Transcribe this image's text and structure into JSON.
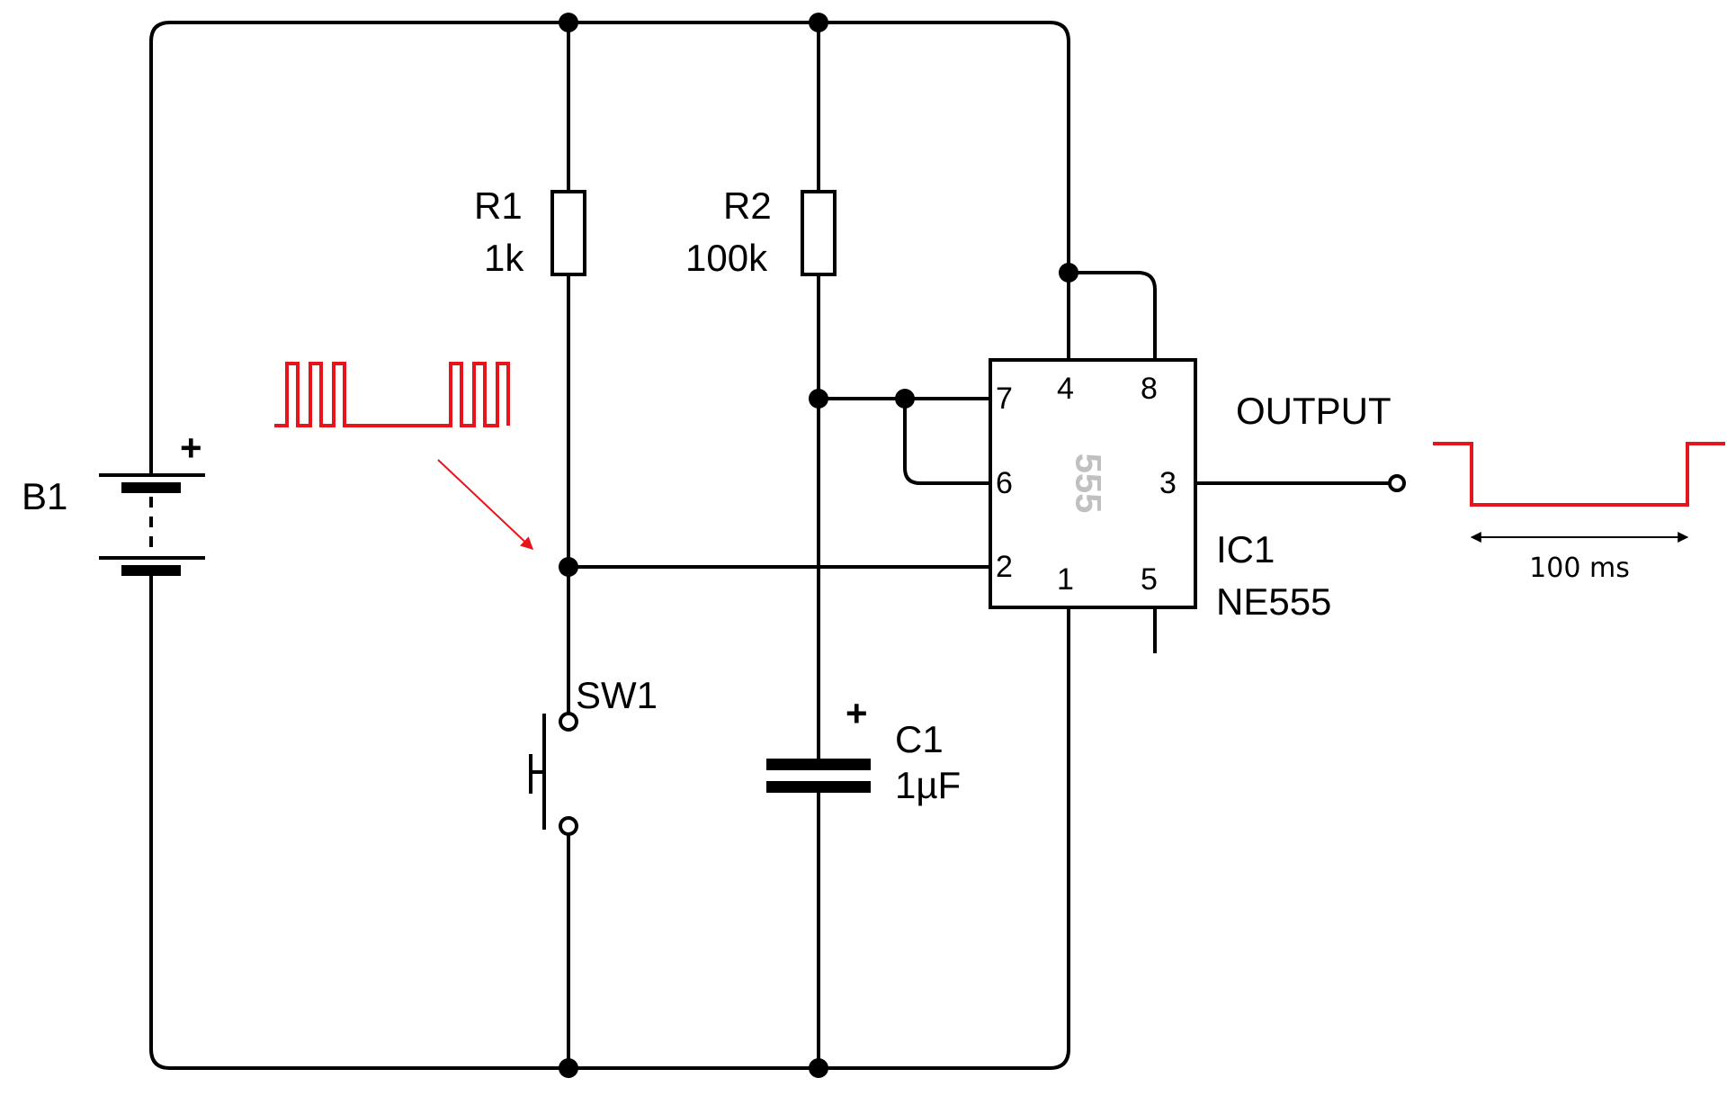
{
  "colors": {
    "wire": "#000000",
    "signal": "#e8141c",
    "chip_marking": "#c0c0c0"
  },
  "battery": {
    "ref": "B1",
    "polarity": "+"
  },
  "r1": {
    "ref": "R1",
    "value": "1k"
  },
  "r2": {
    "ref": "R2",
    "value": "100k"
  },
  "c1": {
    "ref": "C1",
    "value": "1µF",
    "polarity": "+"
  },
  "sw1": {
    "ref": "SW1"
  },
  "ic1": {
    "ref": "IC1",
    "part": "NE555",
    "marking": "555",
    "pins": {
      "p1": "1",
      "p2": "2",
      "p3": "3",
      "p4": "4",
      "p5": "5",
      "p6": "6",
      "p7": "7",
      "p8": "8"
    }
  },
  "output": {
    "label": "OUTPUT"
  },
  "pulse": {
    "duration_label": "100 ms"
  },
  "icons": [
    "bouncing-input-waveform",
    "output-pulse-waveform",
    "annotation-arrow"
  ]
}
